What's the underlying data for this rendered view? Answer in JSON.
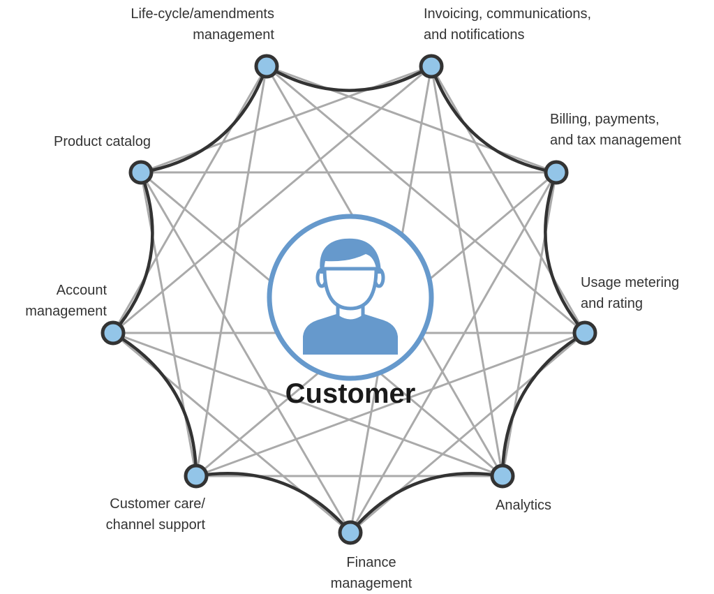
{
  "center": {
    "title": "Customer",
    "icon": "customer-avatar-icon",
    "ring_color": "#6699cc",
    "icon_color": "#6699cc"
  },
  "colors": {
    "node_fill": "#93c5e8",
    "node_stroke": "#333333",
    "outer_arc": "#333333",
    "inner_line": "#aaaaaa",
    "label_text": "#333333"
  },
  "nodes": [
    {
      "id": "lifecycle",
      "lines": [
        "Life-cycle/amendments",
        "management"
      ]
    },
    {
      "id": "invoicing",
      "lines": [
        "Invoicing, communications,",
        "and notifications"
      ]
    },
    {
      "id": "billing",
      "lines": [
        "Billing, payments,",
        "and tax management"
      ]
    },
    {
      "id": "usage",
      "lines": [
        "Usage metering",
        "and rating"
      ]
    },
    {
      "id": "analytics",
      "lines": [
        "Analytics"
      ]
    },
    {
      "id": "finance",
      "lines": [
        "Finance",
        "management"
      ]
    },
    {
      "id": "customer-care",
      "lines": [
        "Customer care/",
        "channel support"
      ]
    },
    {
      "id": "account",
      "lines": [
        "Account",
        "management"
      ]
    },
    {
      "id": "product-catalog",
      "lines": [
        "Product catalog"
      ]
    }
  ]
}
